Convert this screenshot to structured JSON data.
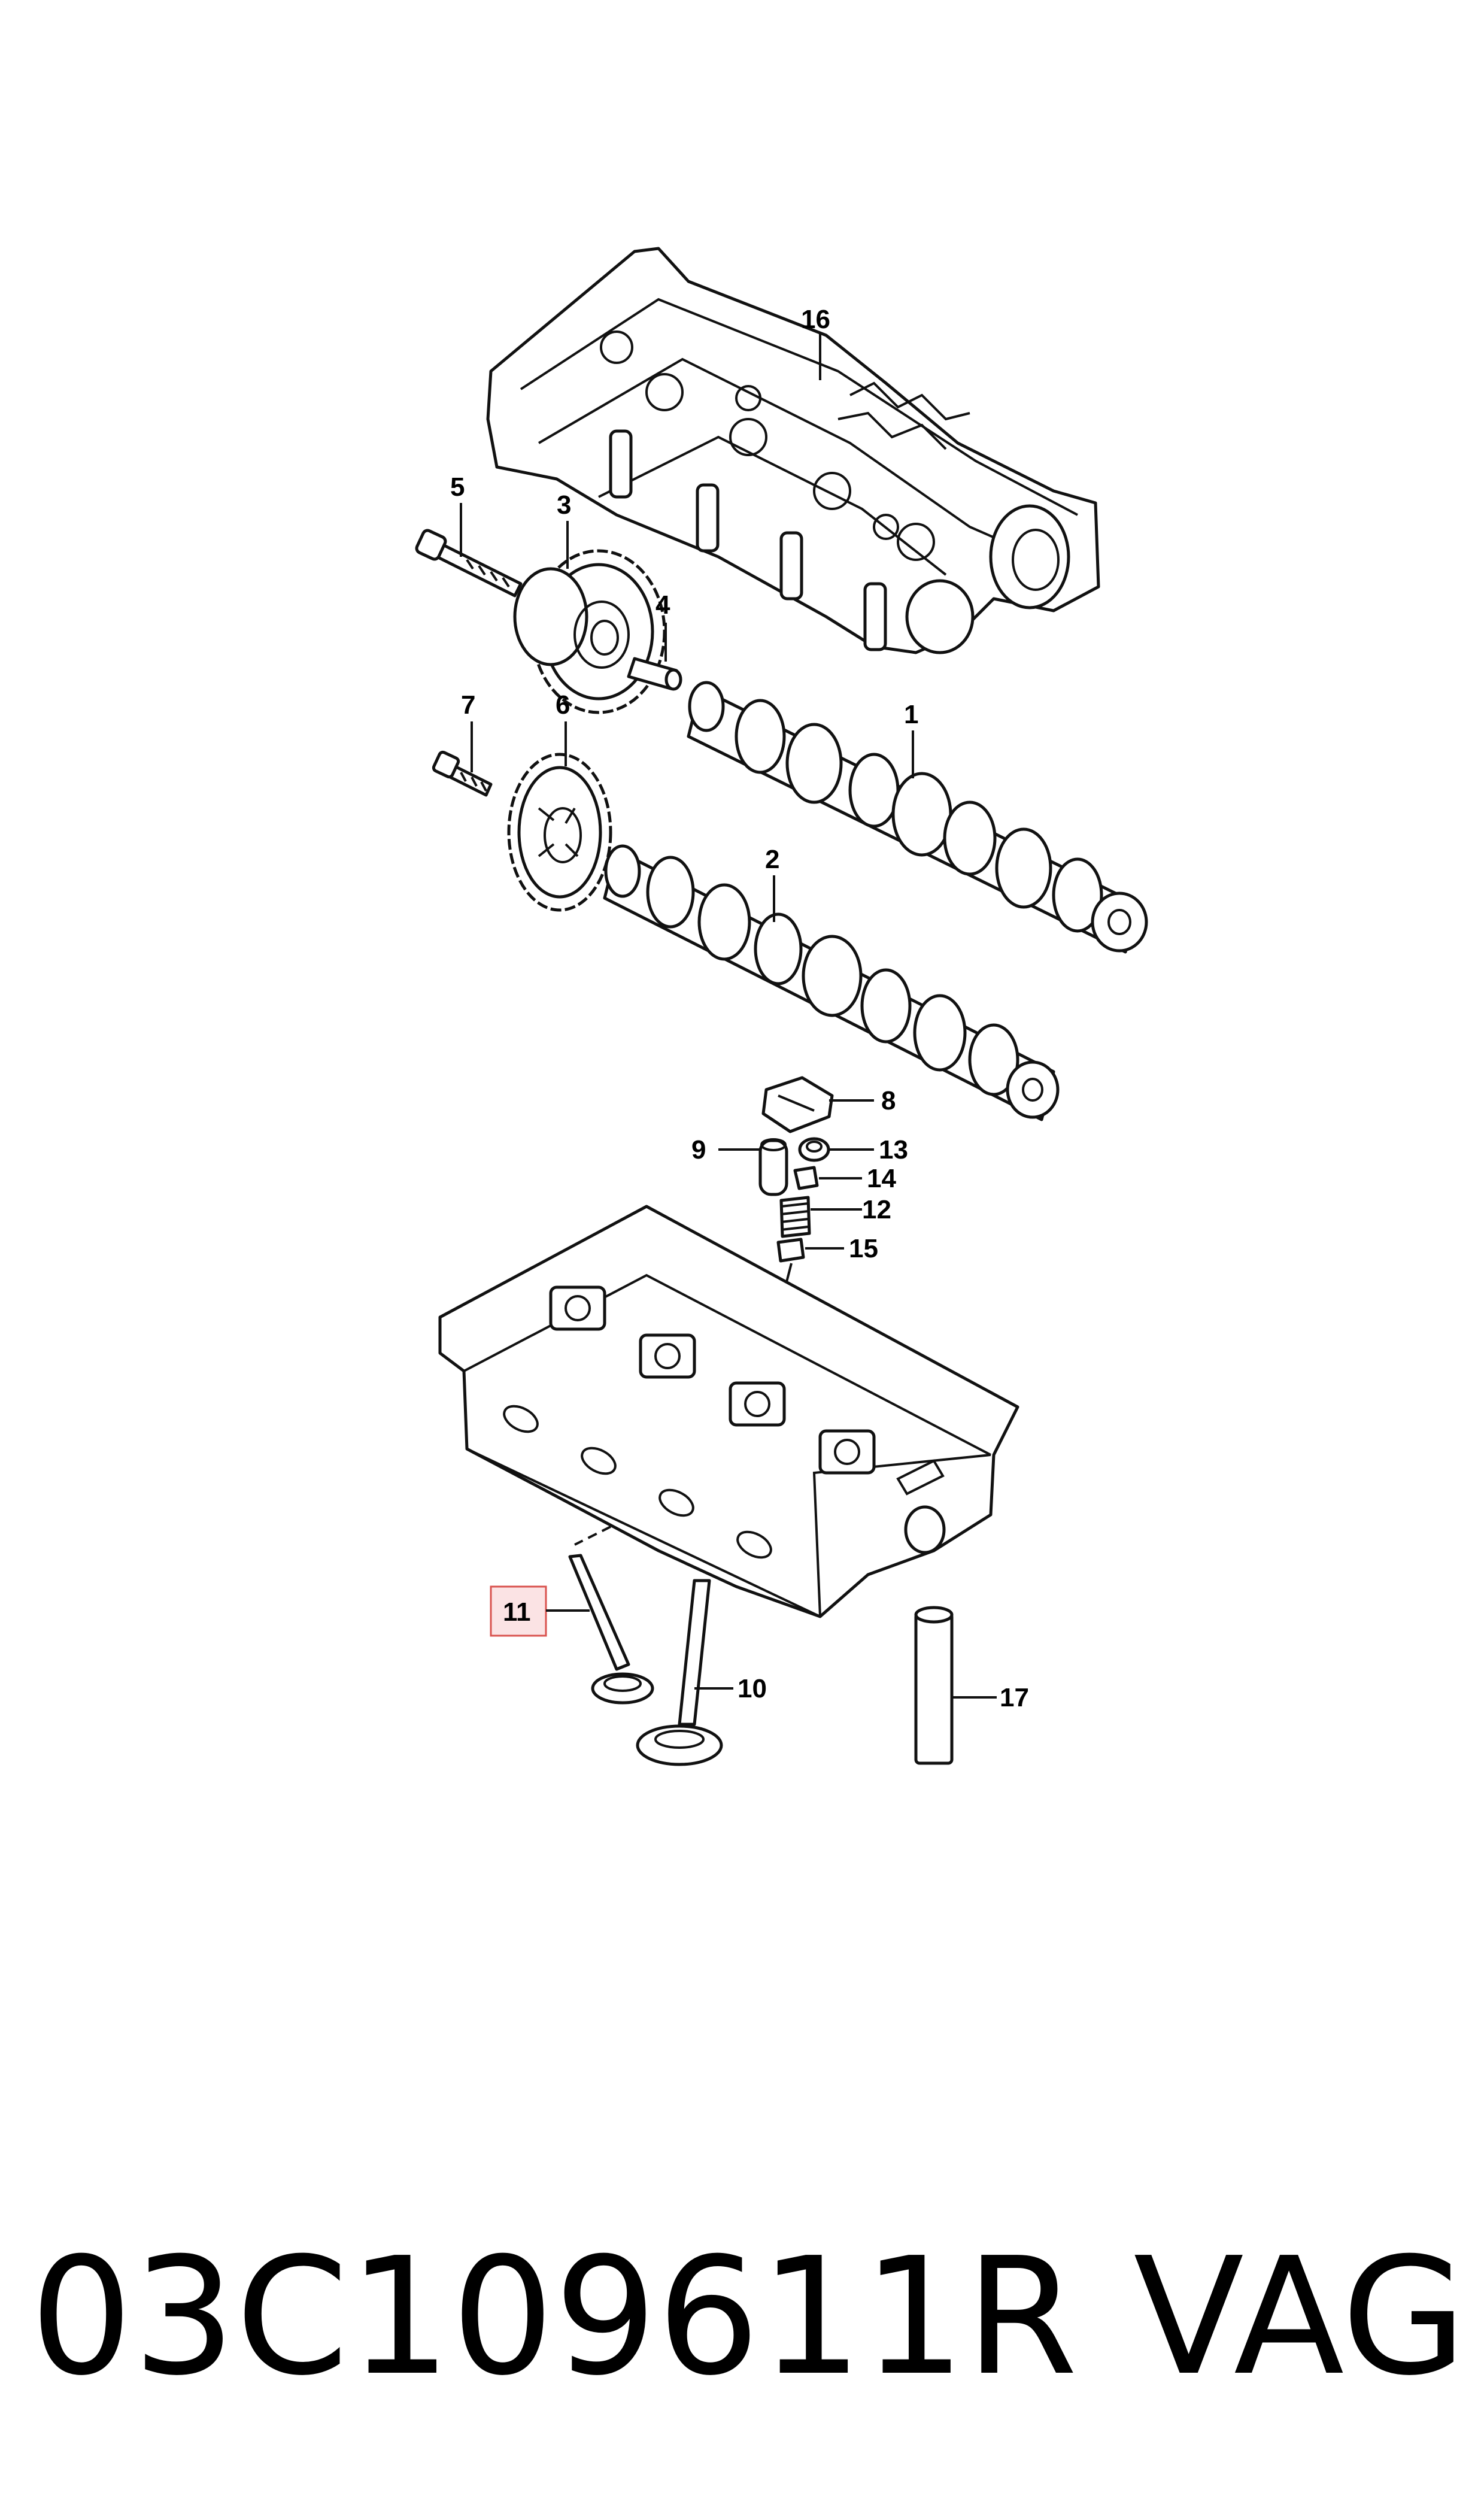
{
  "diagram": {
    "callouts": [
      {
        "id": "1",
        "label": "1"
      },
      {
        "id": "2",
        "label": "2"
      },
      {
        "id": "3",
        "label": "3"
      },
      {
        "id": "4",
        "label": "4"
      },
      {
        "id": "5",
        "label": "5"
      },
      {
        "id": "6",
        "label": "6"
      },
      {
        "id": "7",
        "label": "7"
      },
      {
        "id": "8",
        "label": "8"
      },
      {
        "id": "9",
        "label": "9"
      },
      {
        "id": "10",
        "label": "10"
      },
      {
        "id": "11",
        "label": "11",
        "highlighted": true
      },
      {
        "id": "12",
        "label": "12"
      },
      {
        "id": "13",
        "label": "13"
      },
      {
        "id": "14",
        "label": "14"
      },
      {
        "id": "15",
        "label": "15"
      },
      {
        "id": "16",
        "label": "16"
      },
      {
        "id": "17",
        "label": "17"
      }
    ],
    "highlight_fill": "#fbe3e4",
    "highlight_stroke": "#d9534f"
  },
  "footer": {
    "part_number": "03C109611R",
    "brand": "VAG"
  }
}
